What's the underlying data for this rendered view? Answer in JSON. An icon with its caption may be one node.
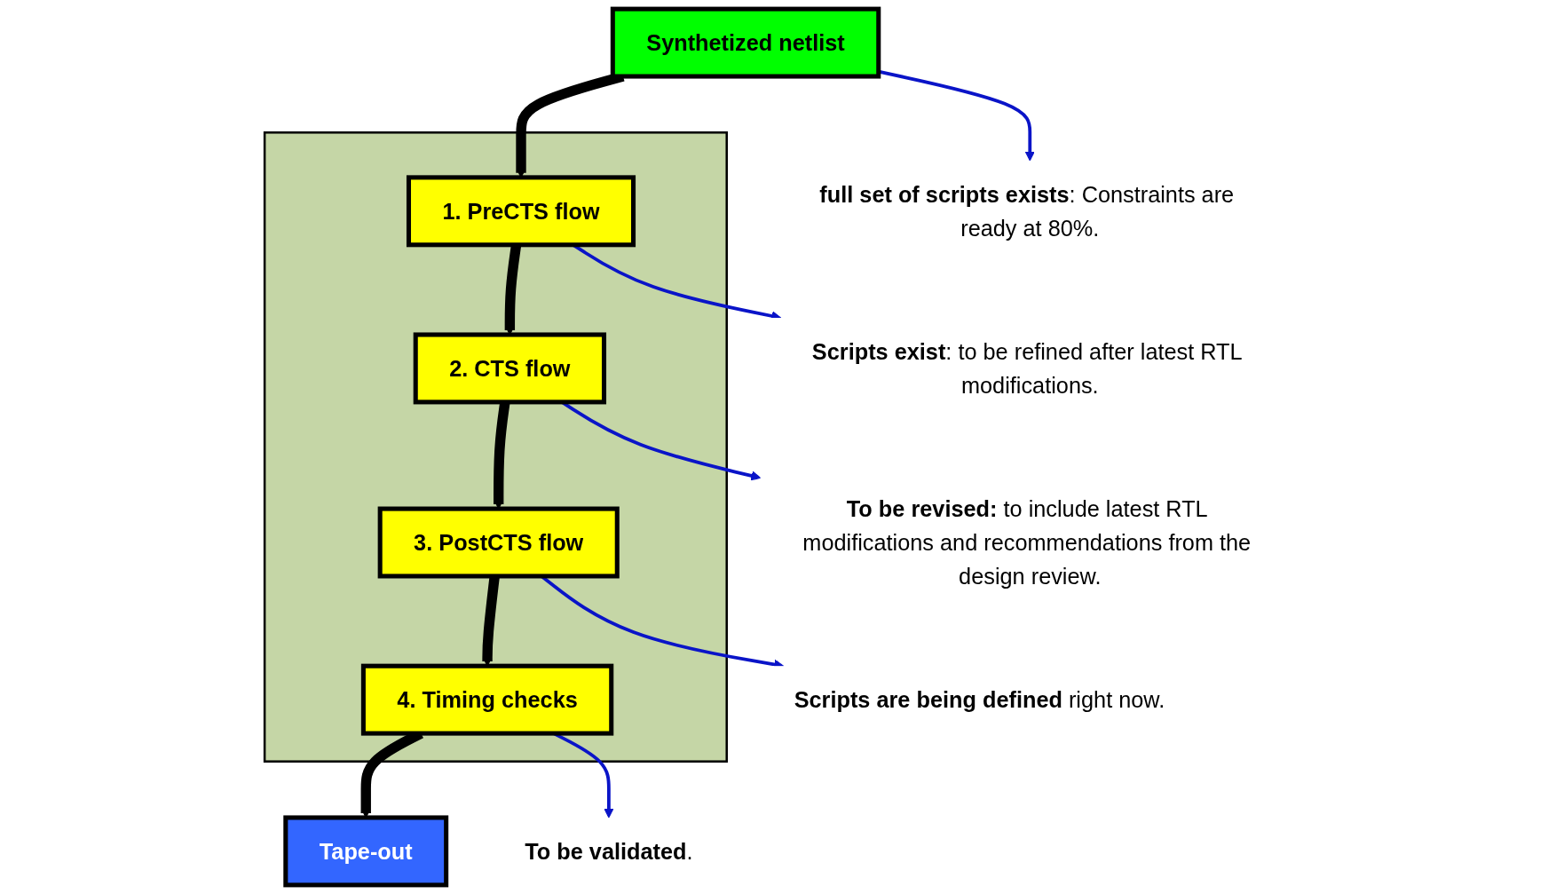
{
  "diagram": {
    "nodes": [
      {
        "text": [
          "Synthetized netlist"
        ]
      },
      {
        "text": [],
        "shape": "box"
      },
      {
        "text": [
          "1. PreCTS flow"
        ],
        "in": 1
      },
      {
        "text": [
          "2. CTS flow"
        ],
        "in": 1
      },
      {
        "text": [
          "3. PostCTS flow"
        ],
        "in": 1
      },
      {
        "text": [
          "4. Timing checks"
        ],
        "in": 1
      },
      {
        "text": [
          "Tape-out"
        ]
      },
      {
        "text": [
          "**full set of scripts exists**: Constraints are ready at 80%."
        ]
      },
      {
        "text": [
          "**Scripts exist**: to be refined after latest RTL modifications."
        ]
      },
      {
        "text": [
          "**To be revised:** to include latest RTL modifications and recommendations from the design review."
        ]
      },
      {
        "text": [
          "**Scripts are being defined** right now."
        ]
      },
      {
        "text": [
          "**To be validated**."
        ]
      }
    ],
    "edges": [
      {
        "from": 0,
        "to": 2,
        "arrow": "to",
        "style": "thick"
      },
      {
        "from": 2,
        "to": 3,
        "arrow": "to",
        "style": "thick"
      },
      {
        "from": 3,
        "to": 4,
        "arrow": "to",
        "style": "thick"
      },
      {
        "from": 4,
        "to": 5,
        "arrow": "to",
        "style": "thick"
      },
      {
        "from": 5,
        "to": 6,
        "arrow": "to",
        "style": "thick"
      },
      {
        "from": 0,
        "to": 7,
        "arrow": "to",
        "color": "#0a14c8"
      },
      {
        "from": 2,
        "to": 8,
        "arrow": "to",
        "color": "#0a14c8"
      },
      {
        "from": 3,
        "to": 9,
        "arrow": "to",
        "color": "#0a14c8"
      },
      {
        "from": 4,
        "to": 10,
        "arrow": "to",
        "color": "#0a14c8"
      },
      {
        "from": 5,
        "to": 11,
        "arrow": "to",
        "color": "#0a14c8"
      }
    ]
  }
}
